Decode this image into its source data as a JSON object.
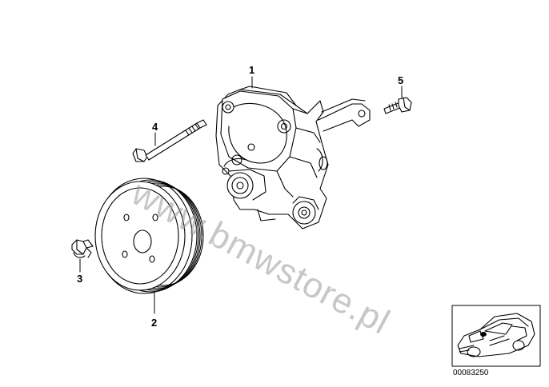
{
  "callouts": {
    "pump": "1",
    "pulley": "2",
    "pulley_bolt": "3",
    "long_bolt": "4",
    "short_bolt": "5"
  },
  "watermark": "www.bmwstore.pl",
  "reference_number": "00083250",
  "colors": {
    "line": "#000000",
    "watermark": "#9a9a9a",
    "background": "#ffffff"
  }
}
